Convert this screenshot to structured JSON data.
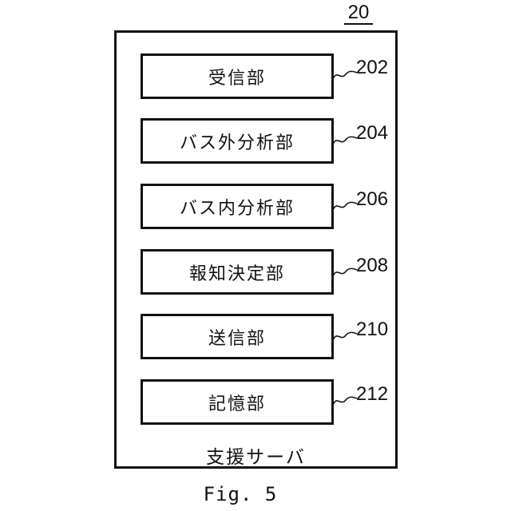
{
  "figure": {
    "doc_ref": "20",
    "caption": "Fig. 5",
    "server_label": "支援サーバ",
    "units": [
      {
        "label": "受信部",
        "ref": "202"
      },
      {
        "label": "バス外分析部",
        "ref": "204"
      },
      {
        "label": "バス内分析部",
        "ref": "206"
      },
      {
        "label": "報知決定部",
        "ref": "208"
      },
      {
        "label": "送信部",
        "ref": "210"
      },
      {
        "label": "記憶部",
        "ref": "212"
      }
    ],
    "colors": {
      "line": "#111111",
      "background": "#ffffff"
    }
  }
}
